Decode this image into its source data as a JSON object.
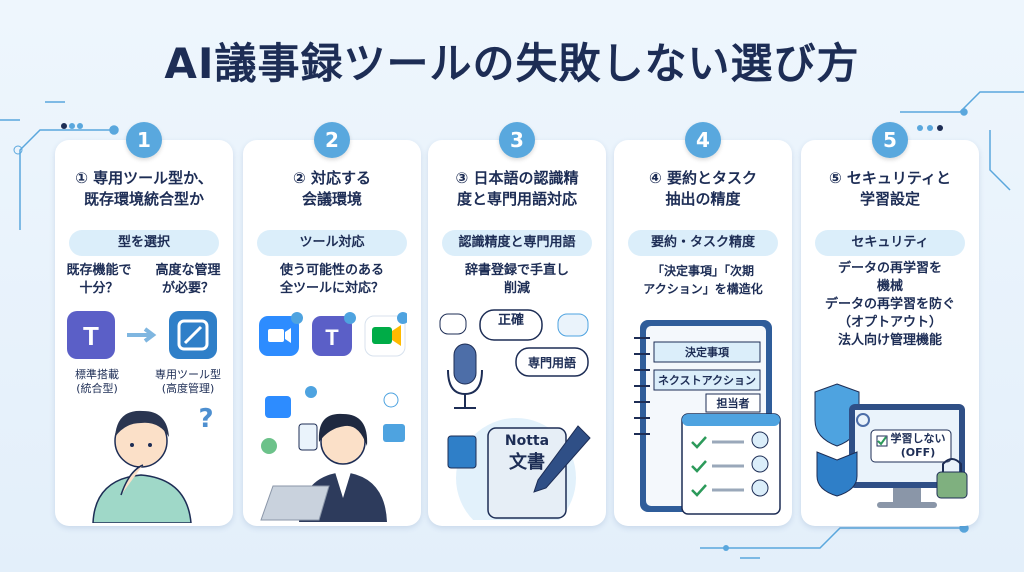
{
  "title": "AI議事録ツールの失敗しない選び方",
  "cards": [
    {
      "number": "1",
      "title_lines": [
        "① 専用ツール型か、",
        "既存環境統合型か"
      ],
      "pill": "型を選択",
      "left_text": [
        "既存機能で",
        "十分？"
      ],
      "right_text": [
        "高度な管理",
        "が必要？"
      ],
      "left_caption": [
        "標準搭載",
        "(統合型)"
      ],
      "right_caption": [
        "専用ツール型",
        "(高度管理)"
      ],
      "question_mark": "?"
    },
    {
      "number": "2",
      "title_lines": [
        "② 対応する",
        "会議環境"
      ],
      "pill": "ツール対応",
      "desc_lines": [
        "使う可能性のある",
        "全ツールに対応？"
      ],
      "app_letter": "T"
    },
    {
      "number": "3",
      "title_lines": [
        "③ 日本語の認識精",
        "度と専門用語対応"
      ],
      "pill": "認識精度と専門用語",
      "desc_lines": [
        "辞書登録で手直し",
        "削減"
      ],
      "bubble_1": "正確",
      "bubble_2": "専門用語",
      "doc_title": "Notta",
      "doc_sub": "文書"
    },
    {
      "number": "4",
      "title_lines": [
        "④ 要約とタスク",
        "抽出の精度"
      ],
      "pill": "要約・タスク精度",
      "desc_lines": [
        "「決定事項」「次期",
        "アクション」を構造化"
      ],
      "note_row_1": "決定事項",
      "note_row_2": "ネクストアクション",
      "note_row_3": "担当者"
    },
    {
      "number": "5",
      "title_lines": [
        "⑤ セキュリティと",
        "学習設定"
      ],
      "pill": "セキュリティ",
      "desc_lines": [
        "データの再学習を",
        "機械",
        "データの再学習を防ぐ",
        "（オプトアウト）",
        "法人向け管理機能"
      ],
      "checkbox_label": [
        "学習しない",
        "(OFF)"
      ]
    }
  ],
  "colors": {
    "accent": "#59a8de",
    "pill": "#dbeefa",
    "title": "#1d2d55",
    "teams": "#5b5fc7"
  }
}
